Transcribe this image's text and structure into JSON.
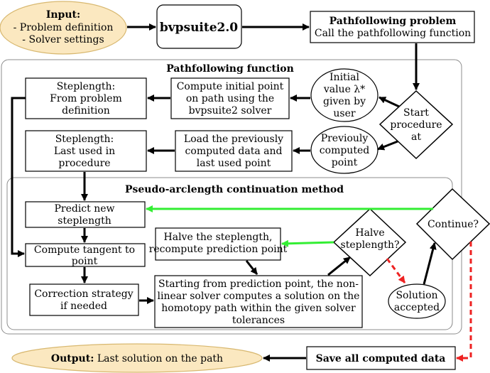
{
  "input": {
    "title": "Input:",
    "lines": [
      "- Problem definition",
      "- Solver settings"
    ]
  },
  "bvpsuite": {
    "label": "bvpsuite2.0"
  },
  "pathfollowing_problem": {
    "title": "Pathfollowing problem",
    "subtitle": "Call the pathfollowing function"
  },
  "pathfollowing_function": {
    "title": "Pathfollowing function"
  },
  "steplength_problem": {
    "lines": [
      "Steplength:",
      "From problem",
      "definition"
    ]
  },
  "compute_initial": {
    "lines": [
      "Compute initial point",
      "on path using the",
      "bvpsuite2 solver"
    ]
  },
  "initial_value": {
    "lines": [
      "Initial",
      "value  λ*",
      "given by",
      "user"
    ]
  },
  "start_procedure": {
    "lines": [
      "Start",
      "procedure",
      "at"
    ]
  },
  "steplength_last": {
    "lines": [
      "Steplength:",
      "Last used in",
      "procedure"
    ]
  },
  "load_previous": {
    "lines": [
      "Load the previously",
      "computed data and",
      "last used point"
    ]
  },
  "previously_computed": {
    "lines": [
      "Previouly",
      "computed",
      "point"
    ]
  },
  "pseudo_arclength": {
    "title": "Pseudo-arclength continuation method"
  },
  "predict": {
    "lines": [
      "Predict new",
      "steplength"
    ]
  },
  "continue": {
    "label": "Continue?"
  },
  "halve_box": {
    "lines": [
      "Halve the steplength,",
      "recompute prediction point"
    ]
  },
  "halve_diamond": {
    "lines": [
      "Halve",
      "steplength?"
    ]
  },
  "tangent": {
    "lines": [
      "Compute tangent to",
      "point"
    ]
  },
  "correction": {
    "lines": [
      "Correction strategy",
      "if needed"
    ]
  },
  "solver": {
    "lines": [
      "Starting from prediction point, the non-",
      "linear solver computes a solution on the",
      "homotopy path within the given solver",
      "tolerances"
    ]
  },
  "solution_accepted": {
    "lines": [
      "Solution",
      "accepted"
    ]
  },
  "output": {
    "title": "Output:",
    "text": "Last solution on the path"
  },
  "save": {
    "label": "Save all computed data"
  },
  "colors": {
    "ellipse_fill": "#fbe8c0",
    "ellipse_stroke": "#d8b870",
    "frame_stroke": "#8c8c8c",
    "arrow": "#000000",
    "green_arrow": "#33ee33",
    "red_arrow": "#ee2222"
  }
}
